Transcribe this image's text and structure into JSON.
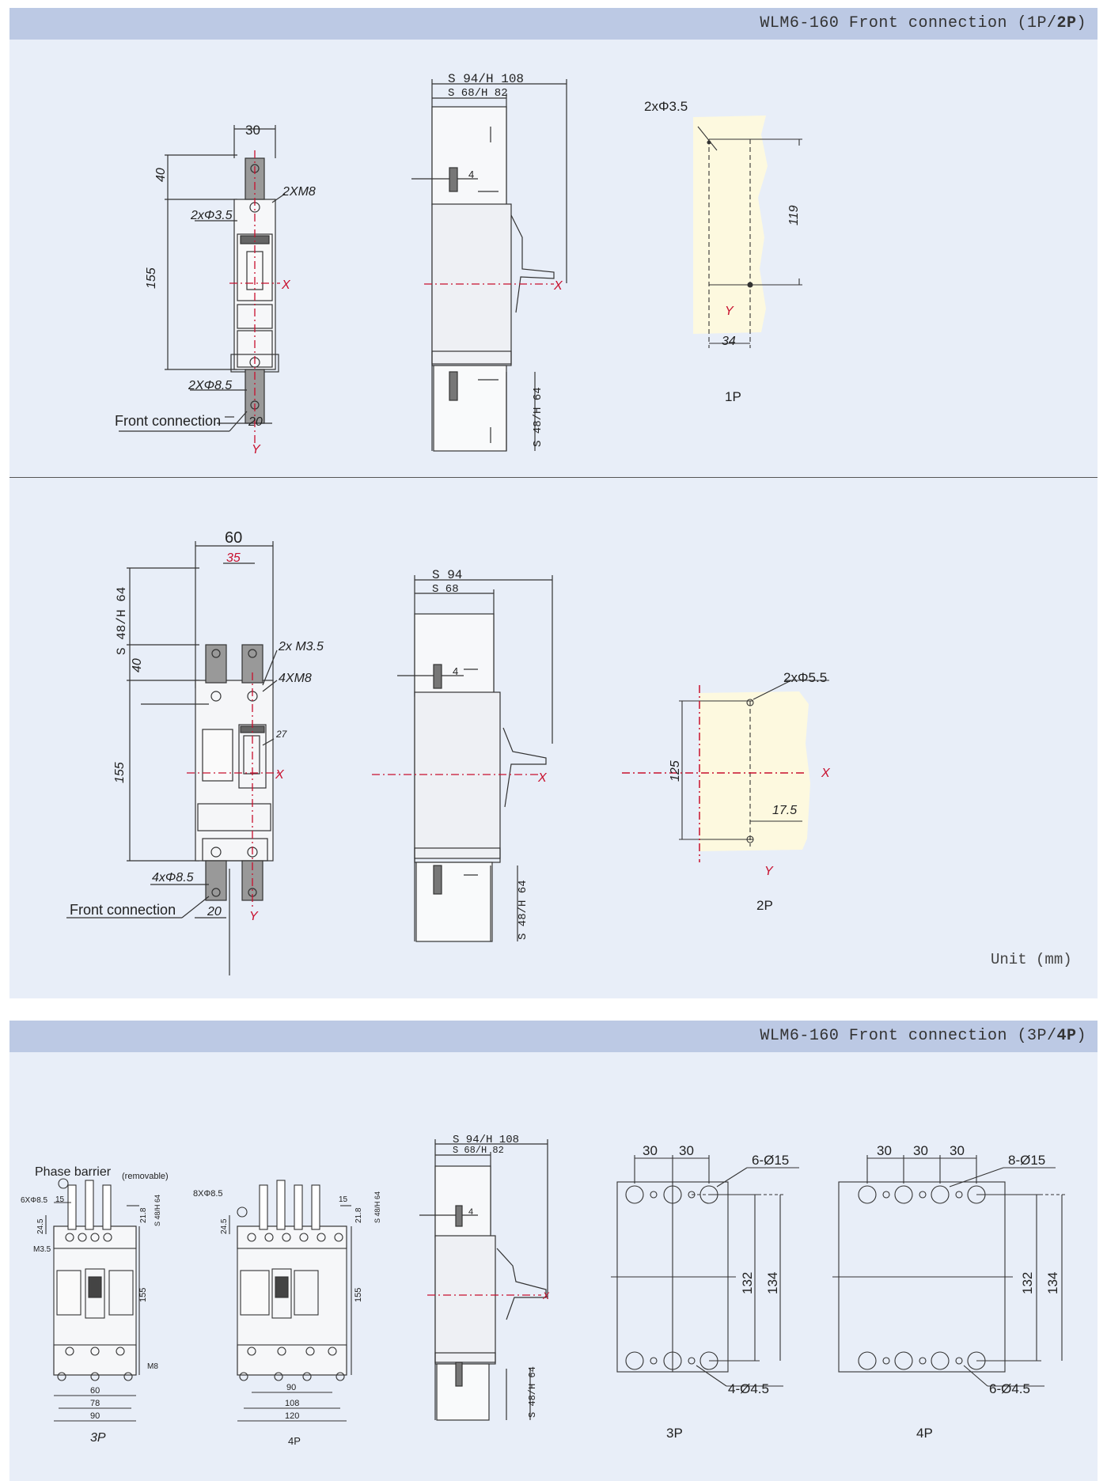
{
  "section1": {
    "title_main": "WLM6-160 Front connection (1P/",
    "title_bold": "2P",
    "title_end": ")",
    "d1_30": "30",
    "d1_40": "40",
    "d1_155": "155",
    "d1_2xm8": "2XM8",
    "d1_2xphi35": "2xΦ3.5",
    "d1_2xphi85": "2XΦ8.5",
    "d1_front": "Front connection",
    "d1_20": "20",
    "d1_x": "X",
    "d1_y": "Y",
    "d2_top": "S 94/H 108",
    "d2_sub": "S 68/H 82",
    "d2_4": "4",
    "d2_bot": "S 48/H 64",
    "d2_x": "X",
    "d3_2xphi": "2xΦ3.5",
    "d3_119": "119",
    "d3_34": "34",
    "d3_y": "Y",
    "d3_cap": "1P",
    "e1_60": "60",
    "e1_35": "35",
    "e1_s48": "S 48/H 64",
    "e1_40": "40",
    "e1_155": "155",
    "e1_2xm35": "2x M3.5",
    "e1_4xm8": "4XM8",
    "e1_27": "27",
    "e1_x": "X",
    "e1_4xphi": "4xΦ8.5",
    "e1_front": "Front connection",
    "e1_20": "20",
    "e1_y": "Y",
    "e2_top": "S 94",
    "e2_sub": "S 68",
    "e2_4": "4",
    "e2_bot": "S 48/H 64",
    "e2_x": "X",
    "e3_2xphi": "2xΦ5.5",
    "e3_125": "125",
    "e3_175": "17.5",
    "e3_x": "X",
    "e3_y": "Y",
    "e3_cap": "2P",
    "unit": "Unit (mm)"
  },
  "section2": {
    "title_main": "WLM6-160 Front connection (3P/",
    "title_bold": "4P",
    "title_end": ")",
    "f1_phase": "Phase barrier",
    "f1_removable": "(removable)",
    "f1_6x": "6XΦ8.5",
    "f1_15": "15",
    "f1_245": "24.5",
    "f1_218": "21.8",
    "f1_s48": "S 48/H 64",
    "f1_m35": "M3.5",
    "f1_155": "155",
    "f1_m8": "M8",
    "f1_60": "60",
    "f1_78": "78",
    "f1_90": "90",
    "f1_cap": "3P",
    "f2_8x": "8XΦ8.5",
    "f2_15": "15",
    "f2_245": "24.5",
    "f2_218": "21.8",
    "f2_s48": "S 48/H 64",
    "f2_155": "155",
    "f2_90": "90",
    "f2_108": "108",
    "f2_120": "120",
    "f2_cap": "4P",
    "f3_top": "S 94/H 108",
    "f3_sub": "S 68/H 82",
    "f3_4": "4",
    "f3_bot": "S 48/H 64",
    "f3_x": "X",
    "f4_30a": "30",
    "f4_30b": "30",
    "f4_6phi": "6-Ø15",
    "f4_132": "132",
    "f4_134": "134",
    "f4_4phi": "4-Ø4.5",
    "f4_cap": "3P",
    "f5_30a": "30",
    "f5_30b": "30",
    "f5_30c": "30",
    "f5_8phi": "8-Ø15",
    "f5_132": "132",
    "f5_134": "134",
    "f5_6phi": "6-Ø4.5",
    "f5_cap": "4P"
  }
}
